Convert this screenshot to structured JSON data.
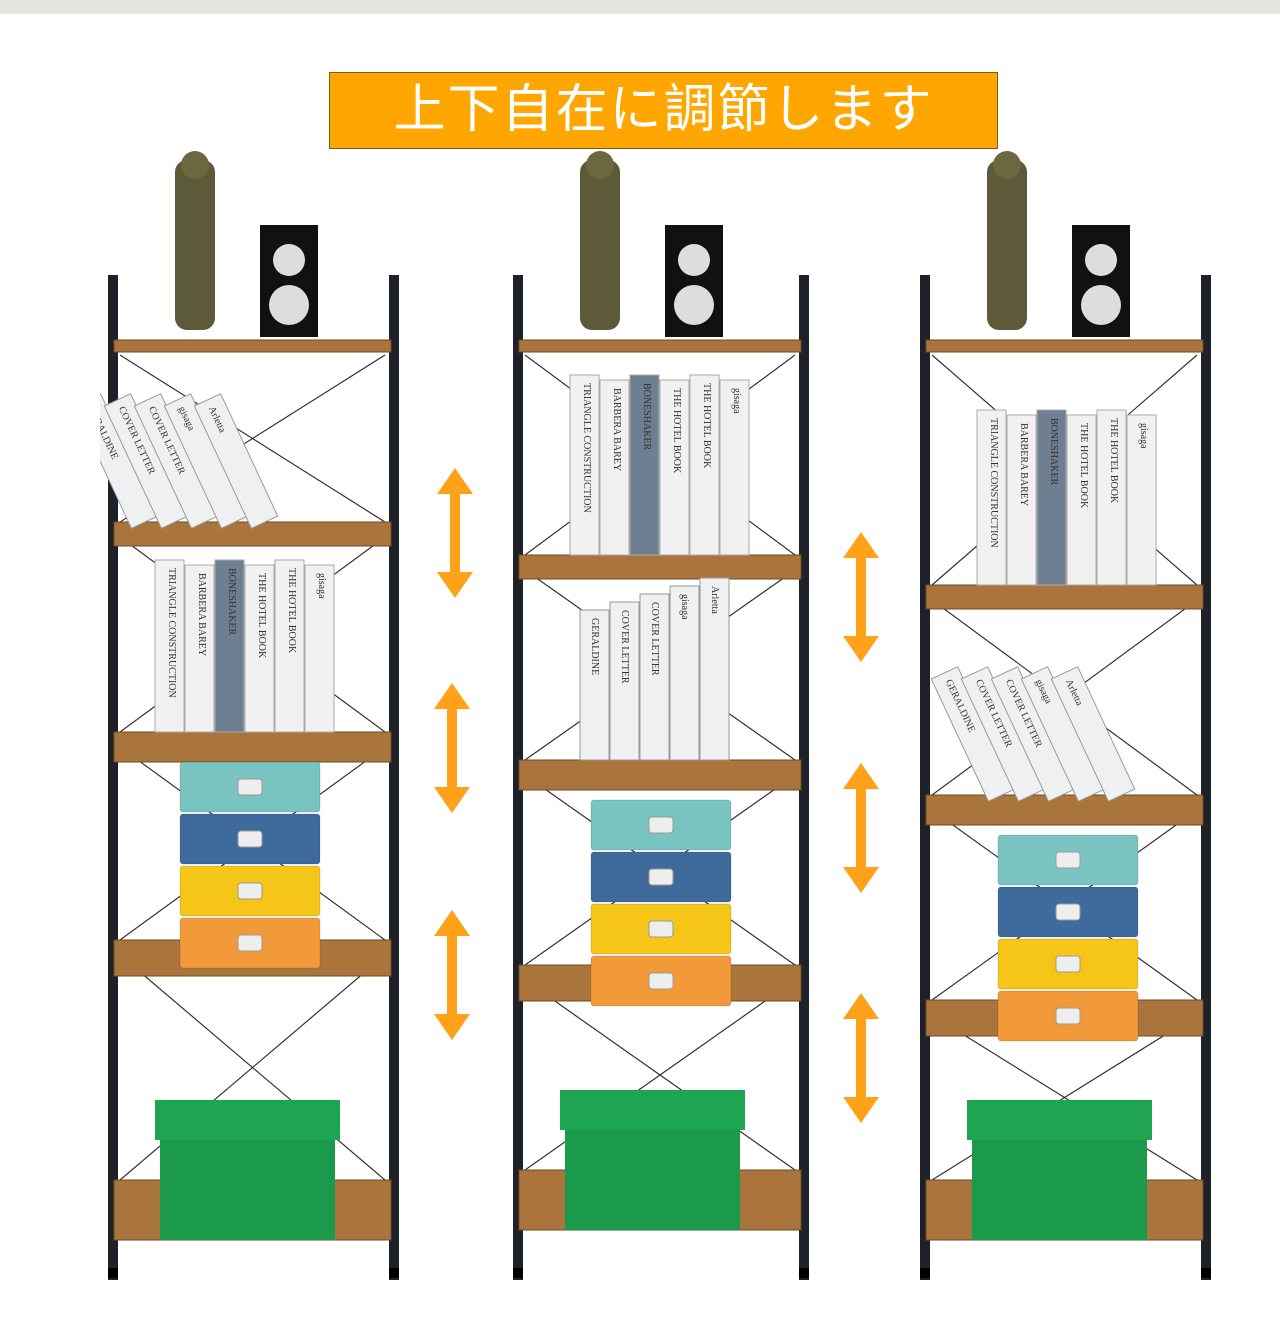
{
  "banner": {
    "text": "上下自在に調節します",
    "color": "#ffa600"
  },
  "books": {
    "upright": [
      "TRIANGLE CONSTRUCTION",
      "BARBERA BAREY",
      "BONESHAKER",
      "THE HOTEL BOOK",
      "THE HOTEL BOOK",
      "gisaga"
    ],
    "leaning": [
      "GERALDINE",
      "COVER LETTER",
      "COVER LETTER",
      "gisaga",
      "Arletta"
    ]
  },
  "colors": {
    "arrow": "#ffa21a",
    "board": "#a9753d",
    "frame": "#1e2228",
    "drawers": [
      "#79c4c0",
      "#3f6b9c",
      "#f5c518",
      "#f29a3a"
    ],
    "box": "#1a9a4a"
  }
}
